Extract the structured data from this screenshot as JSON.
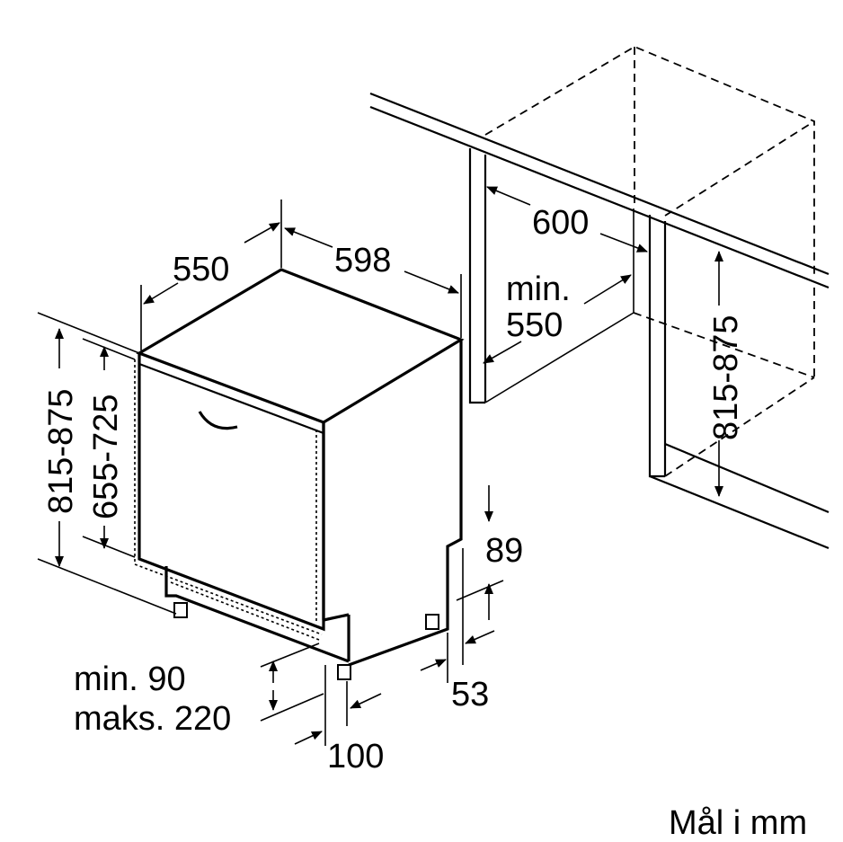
{
  "labels": {
    "depth_550": "550",
    "width_598": "598",
    "niche_width_600": "600",
    "niche_depth_min": "min.",
    "niche_depth_550": "550",
    "niche_height_range": "815-875",
    "total_height_range": "815-875",
    "door_height_range": "655-725",
    "toe_89": "89",
    "toe_53": "53",
    "plinth_min": "min. 90",
    "plinth_max": "maks. 220",
    "depth_100": "100",
    "units_note": "Mål i mm"
  },
  "colors": {
    "line": "#000000",
    "background": "#ffffff"
  }
}
